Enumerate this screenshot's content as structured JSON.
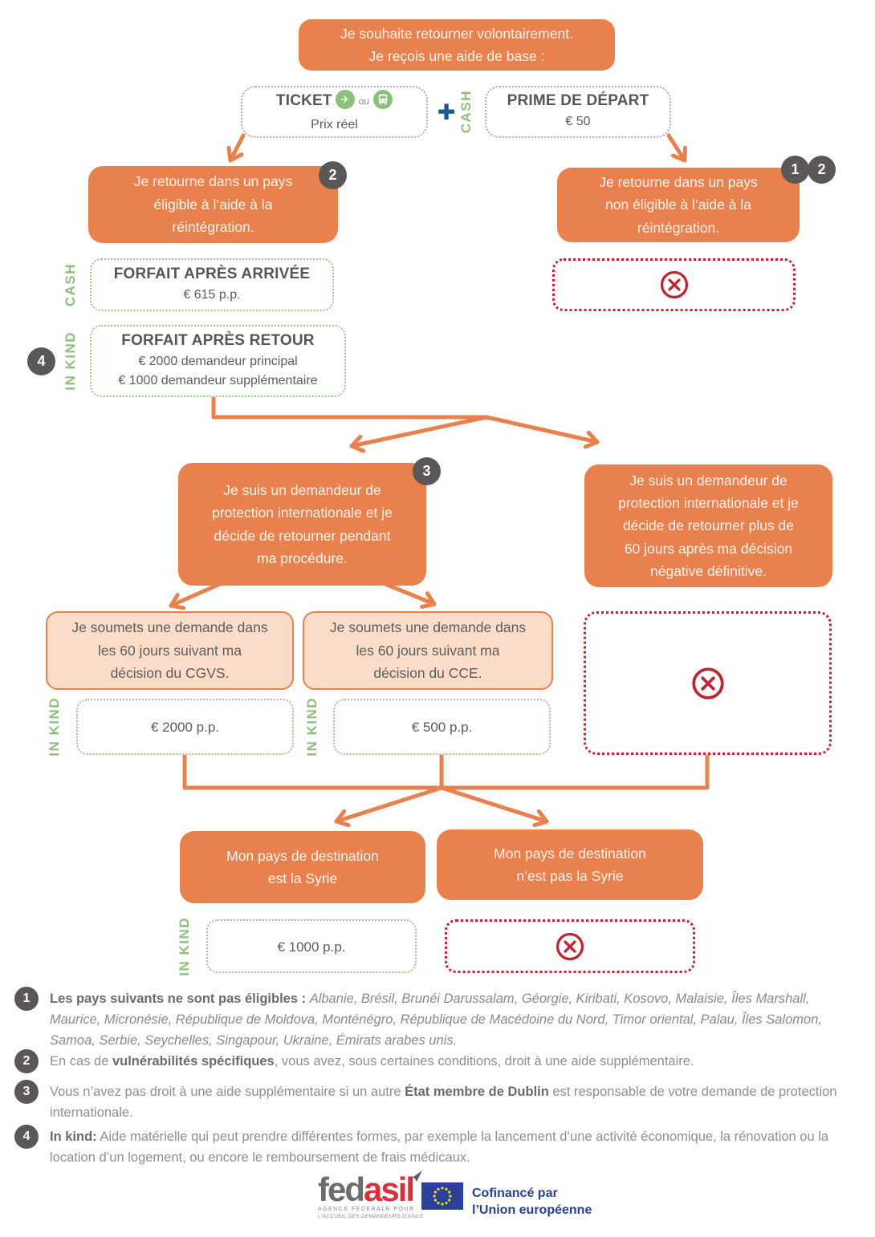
{
  "colors": {
    "orange": "#E8814E",
    "peach": "#FBDCC9",
    "dark": "#57585A",
    "badge": "#5B5757",
    "green": "#8FBF7C",
    "green-dot": "#9FC390",
    "gray-dot": "#A6B1A2",
    "red": "#BE2533",
    "navy": "#1C5A8D",
    "white-warm": "#FDF5EE",
    "fn-gray": "#8F8F8F",
    "fn-bold": "#6B6B6B",
    "eu-blue": "#2B4199",
    "star": "#FFD617",
    "fedasil-gray": "#6F6C6C",
    "fedasil-red": "#D3333A"
  },
  "labels": {
    "cash": "CASH",
    "in_kind": "IN KIND",
    "plus": "✚",
    "or": "ou"
  },
  "start_box": {
    "text": "Je souhaite retourner volontairement.\nJe reçois une aide de base :"
  },
  "ticket_box": {
    "title": "TICKET",
    "subtitle": "Prix réel"
  },
  "prime_box": {
    "title": "PRIME DE DÉPART",
    "amount": "€ 50"
  },
  "eligible_box": {
    "text": "Je retourne dans un pays\néligible à l’aide à la\nréintégration.",
    "badge": "2"
  },
  "non_eligible_box": {
    "text": "Je retourne dans un pays\nnon éligible à l’aide à la\nréintégration.",
    "badge1": "1",
    "badge2": "2"
  },
  "forfait_arrivee_box": {
    "title": "FORFAIT APRÈS ARRIVÉE",
    "amount": "€ 615 p.p."
  },
  "forfait_retour_box": {
    "title": "FORFAIT APRÈS RETOUR",
    "details": "€ 2000 demandeur principal\n€ 1000 demandeur supplémentaire",
    "badge": "4"
  },
  "applicant_during_box": {
    "text": "Je suis un demandeur de\nprotection internationale et je\ndécide de retourner pendant\nma procédure.",
    "badge": "3"
  },
  "applicant_after_box": {
    "text": "Je suis un demandeur de\nprotection internationale et je\ndécide de retourner plus de\n60 jours après ma décision\nnégative définitive."
  },
  "cgvs_box": {
    "text": "Je soumets une demande dans\nles 60 jours suivant ma\ndécision du CGVS."
  },
  "cce_box": {
    "text": "Je soumets une demande dans\nles 60 jours suivant ma\ndécision du CCE."
  },
  "cgvs_amount_box": {
    "amount": "€ 2000 p.p."
  },
  "cce_amount_box": {
    "amount": "€ 500 p.p."
  },
  "syria_box": {
    "text": "Mon pays de destination\nest la Syrie"
  },
  "not_syria_box": {
    "text": "Mon pays de destination\nn’est pas la Syrie"
  },
  "syria_amount_box": {
    "amount": "€ 1000 p.p."
  },
  "footnotes": [
    {
      "num": "1",
      "bold": "Les pays suivants ne sont pas éligibles : ",
      "italic": "Albanie, Brésil, Brunéi Darussalam, Géorgie, Kiribati, Kosovo, Malaisie, Îles Marshall, Maurice, Micronésie, République de Moldova, Monténégro, République de Macédoine du Nord, Timor oriental, Palau, Îles Salomon, Samoa, Serbie, Seychelles, Singapour, Ukraine, Émirats arabes unis."
    },
    {
      "num": "2",
      "pre": "En cas de ",
      "bold": "vulnérabilités spécifiques",
      "post": ", vous avez, sous certaines conditions, droit à une aide supplémentaire."
    },
    {
      "num": "3",
      "pre": "Vous n’avez pas droit à une aide supplémentaire si un autre ",
      "bold": "État membre de Dublin",
      "post": " est responsable de votre demande de protection internationale."
    },
    {
      "num": "4",
      "bold": "In kind:",
      "post": " Aide matérielle qui peut prendre différentes formes, par exemple la lancement d’une activité économique, la rénovation ou la location d’un logement, ou encore le remboursement de frais médicaux."
    }
  ],
  "footer": {
    "fedasil_gray": "fed",
    "fedasil_red": "asil",
    "tagline1": "AGENCE FEDERALE POUR",
    "tagline2": "L'ACCUEIL DES DEMANDEURS D'ASILE",
    "eu_line1": "Cofinancé par",
    "eu_line2": "l’Union européenne"
  }
}
